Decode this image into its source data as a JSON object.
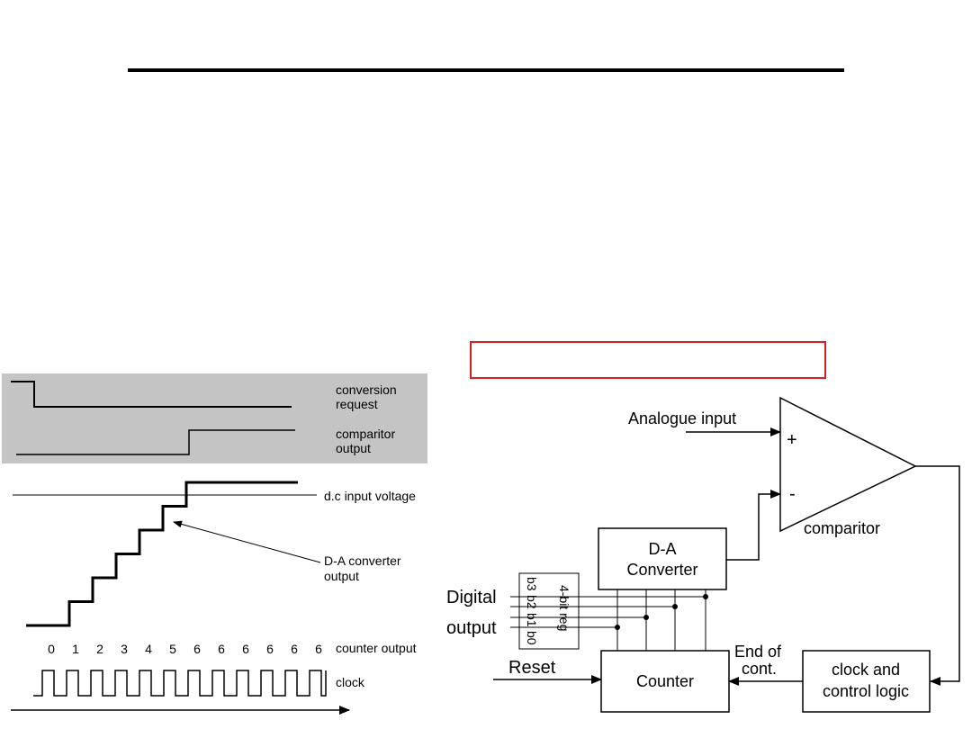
{
  "timing": {
    "conversion_request": [
      "conversion",
      "request"
    ],
    "comparitor_output": [
      "comparitor",
      "output"
    ],
    "dc_input_voltage": "d.c input voltage",
    "da_output": [
      "D-A converter",
      "output"
    ],
    "counter_output_label": "counter output",
    "counter_values": [
      "0",
      "1",
      "2",
      "3",
      "4",
      "5",
      "6",
      "6",
      "6",
      "6",
      "6",
      "6"
    ],
    "clock_label": "clock",
    "staircase_levels": [
      0,
      1,
      2,
      3,
      4,
      5,
      6,
      6,
      6,
      6,
      6
    ],
    "clock_pulses": 12
  },
  "block": {
    "analogue_input": "Analogue input",
    "plus": "+",
    "minus": "-",
    "comparitor": "comparitor",
    "da_converter": [
      "D-A",
      "Converter"
    ],
    "register": {
      "name": "4-bit reg",
      "bits": [
        "b3",
        "b2",
        "b1",
        "b0"
      ]
    },
    "digital_output": [
      "Digital",
      "output"
    ],
    "reset": "Reset",
    "counter": "Counter",
    "end_of_conv": [
      "End of",
      "cont."
    ],
    "clock_logic": [
      "clock and",
      "control logic"
    ]
  }
}
